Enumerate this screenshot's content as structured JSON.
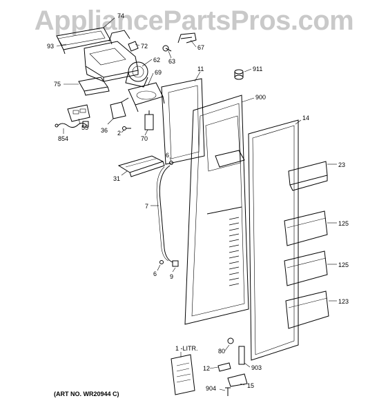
{
  "watermark": {
    "text": "AppliancePartsPros.com"
  },
  "footer": {
    "art_number": "(ART NO. WR20944 C)"
  },
  "callouts": {
    "c74": "74",
    "c93": "93",
    "c72": "72",
    "c67": "67",
    "c63": "63",
    "c62": "62",
    "c69": "69",
    "c75": "75",
    "c11": "11",
    "c911": "911",
    "c900": "900",
    "c55": "55",
    "c36": "36",
    "c2": "2",
    "c70": "70",
    "c854": "854",
    "c14": "14",
    "c6a": "6",
    "c31": "31",
    "c23": "23",
    "c7": "7",
    "c125a": "125",
    "c125b": "125",
    "c123": "123",
    "c6b": "6",
    "c9": "9",
    "c1litr": "1 -LITR.",
    "c80": "80",
    "c12": "12",
    "c903": "903",
    "c904": "904",
    "c15": "15"
  },
  "colors": {
    "line": "#000000",
    "watermark": "#c9c9c9",
    "background": "#ffffff"
  }
}
